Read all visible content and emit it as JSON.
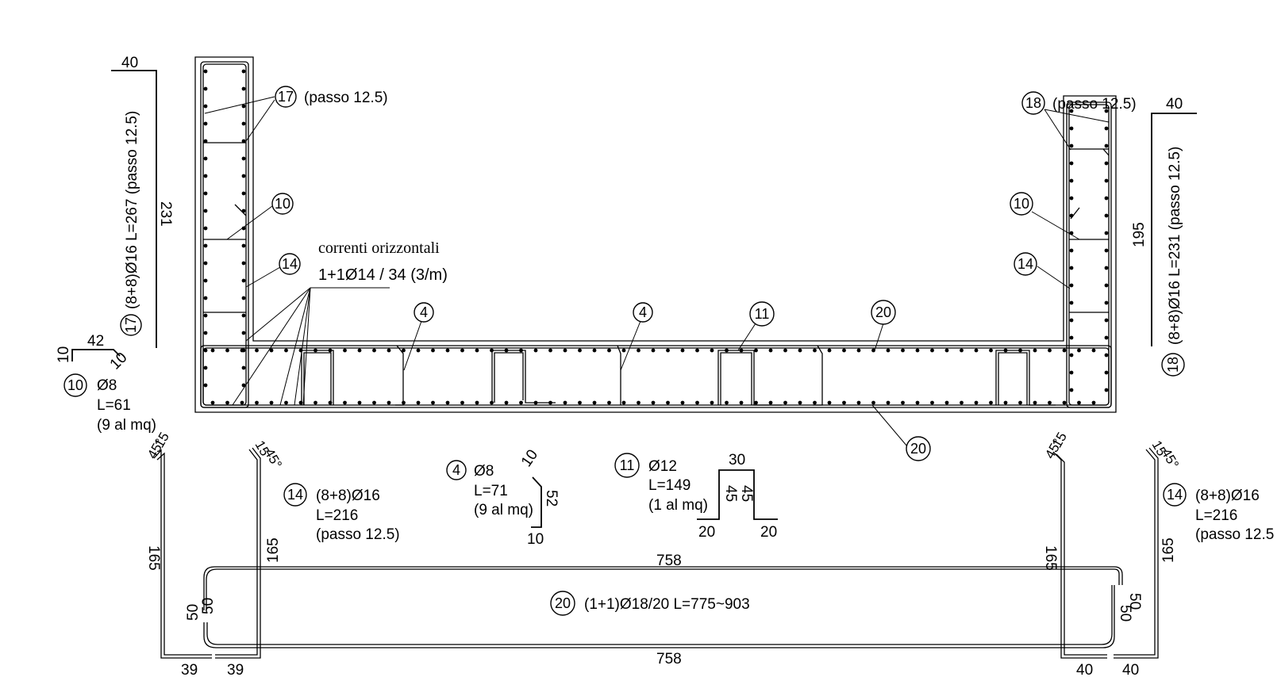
{
  "tags": {
    "t17": "17",
    "t18": "18",
    "t10": "10",
    "t14": "14",
    "t4": "4",
    "t11": "11",
    "t20": "20"
  },
  "notes": {
    "passo_17": "(passo 12.5)",
    "passo_18": "(passo 12.5)",
    "correnti_title": "correnti orizzontali",
    "correnti_spec": "1+1Ø14 / 34 (3/m)"
  },
  "left_bar": {
    "top_dim": "40",
    "height_dim": "231",
    "spec": "(8+8)Ø16  L=267  (passo 12.5)"
  },
  "right_bar": {
    "top_dim": "40",
    "height_dim": "195",
    "spec": "(8+8)Ø16  L=231  (passo 12.5)"
  },
  "bar10": {
    "dim_a": "10",
    "dim_b": "42",
    "dim_c": "10",
    "diam": "Ø8",
    "length": "L=61",
    "qty": "(9 al mq)"
  },
  "bar4": {
    "diam": "Ø8",
    "length": "L=71",
    "qty": "(9 al mq)",
    "dim_top": "10",
    "dim_side": "52",
    "dim_bot": "10"
  },
  "bar11": {
    "diam": "Ø12",
    "length": "L=149",
    "qty": "(1 al mq)",
    "dim_top": "30",
    "dim_h1": "45",
    "dim_h2": "45",
    "dim_l": "20",
    "dim_r": "20"
  },
  "bar14_left": {
    "spec": "(8+8)Ø16",
    "length": "L=216",
    "passo": "(passo 12.5)"
  },
  "bar14_right": {
    "spec": "(8+8)Ø16",
    "length": "L=216",
    "passo": "(passo 12.5"
  },
  "bar20": {
    "spec": "(1+1)Ø18/20  L=775~903",
    "top_len": "758",
    "bot_len": "758",
    "left_h1": "50",
    "left_h2": "50",
    "right_h1": "50",
    "right_h2": "50"
  },
  "bends": {
    "l1_angle": "45°",
    "l1_len": "15",
    "l2_angle": "45°",
    "l2_len": "15",
    "r1_angle": "45°",
    "r1_len": "15",
    "r2_angle": "45°",
    "r2_len": "15"
  },
  "legs": {
    "l1_h": "165",
    "l2_h": "165",
    "r1_h": "165",
    "r2_h": "165",
    "l1_foot": "39",
    "l2_foot": "39",
    "r1_foot": "40",
    "r2_foot": "40"
  }
}
